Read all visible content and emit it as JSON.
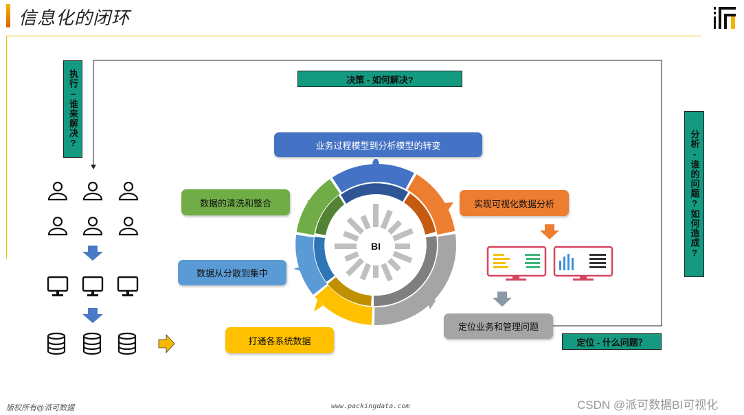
{
  "header": {
    "title": "信息化的闭环"
  },
  "loop": {
    "execute": "执行–谁来解决?",
    "decision": "决策 - 如何解决?",
    "analysis": "分析-谁的问题?如何造成?",
    "positioning": "定位 - 什么问题？"
  },
  "wheel": {
    "center_label": "BI",
    "steps": [
      {
        "label": "业务过程模型到分析模型的转变",
        "color": "#4472c4"
      },
      {
        "label": "实现可视化数据分析",
        "color": "#ed7d31"
      },
      {
        "label": "定位业务和管理问题",
        "color": "#a5a5a5"
      },
      {
        "label": "打通各系统数据",
        "color": "#ffc000"
      },
      {
        "label": "数据从分散到集中",
        "color": "#5b9bd5"
      },
      {
        "label": "数据的清洗和整合",
        "color": "#70ad47"
      }
    ]
  },
  "footer": {
    "copyright": "版权所有@派可数据",
    "website": "www.packingdata.com",
    "watermark": "CSDN @派可数据BI可视化"
  }
}
